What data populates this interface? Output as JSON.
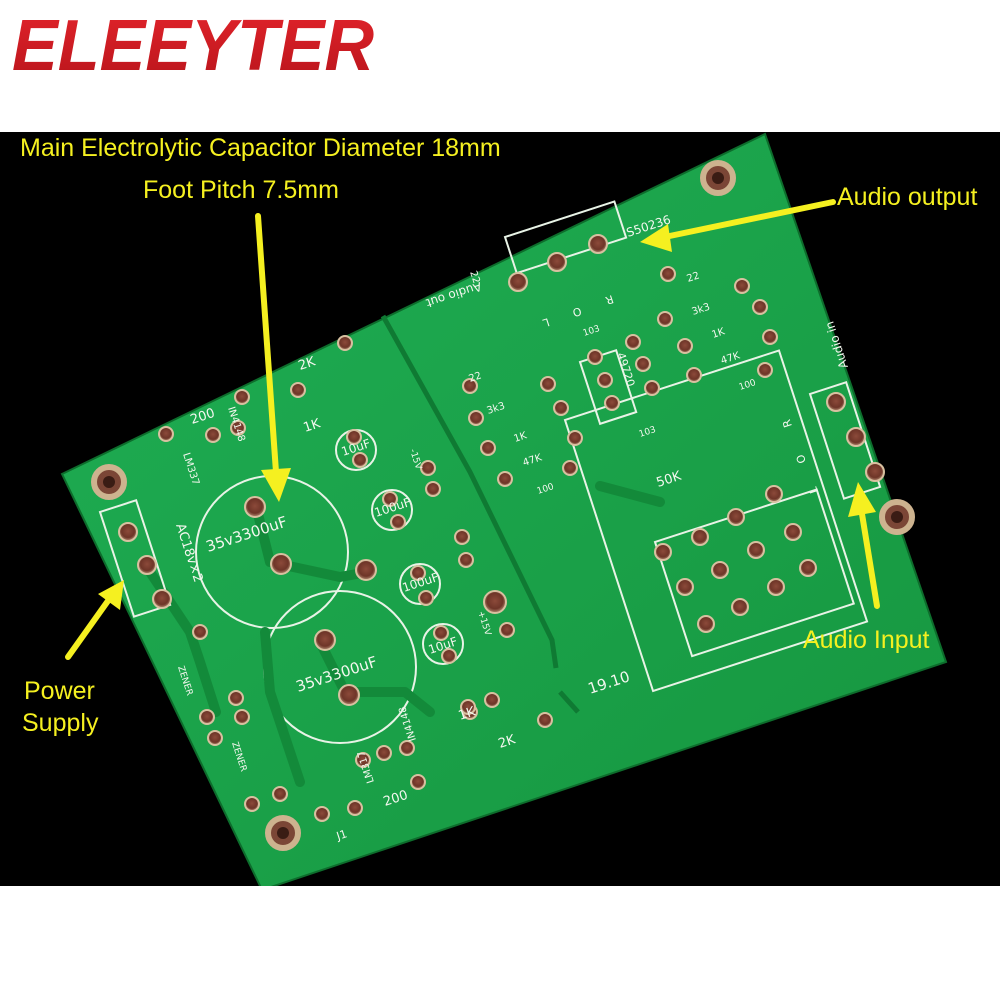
{
  "brand": {
    "name": "ELEEYTER",
    "color": "#d31c23"
  },
  "colors": {
    "pcb": "#1aa64b",
    "annotation": "#f5f020",
    "background": "#000000"
  },
  "annotations": {
    "capacitor_diameter": "Main Electrolytic Capacitor Diameter 18mm",
    "foot_pitch": "Foot Pitch 7.5mm",
    "audio_output": "Audio output",
    "audio_input": "Audio Input",
    "power_supply_line1": "Power",
    "power_supply_line2": "Supply"
  },
  "silkscreen": {
    "cap_3300": "35v3300uF",
    "cap_100": "100uF",
    "cap_10": "10uF",
    "r_2k": "2K",
    "r_1k": "1K",
    "r_200": "200",
    "r_22": "22",
    "r_3k3": "3k3",
    "r_47k": "47K",
    "r_100": "100",
    "regulator": "LM317",
    "regulator_neg": "LM337",
    "diode": "IN4148",
    "zener": "ZENER",
    "ac_input": "AC18v×2",
    "board_id": "S50236",
    "opamp": "49720",
    "cap_103": "103",
    "pot": "50K",
    "date_code": "19.10",
    "audio_out": "Audio out",
    "audio_in": "Audio in",
    "rail_neg": "-15V",
    "rail_pos": "+15V",
    "jumper": "J1",
    "ch_r": "R",
    "ch_o": "O",
    "ch_l": "L"
  }
}
